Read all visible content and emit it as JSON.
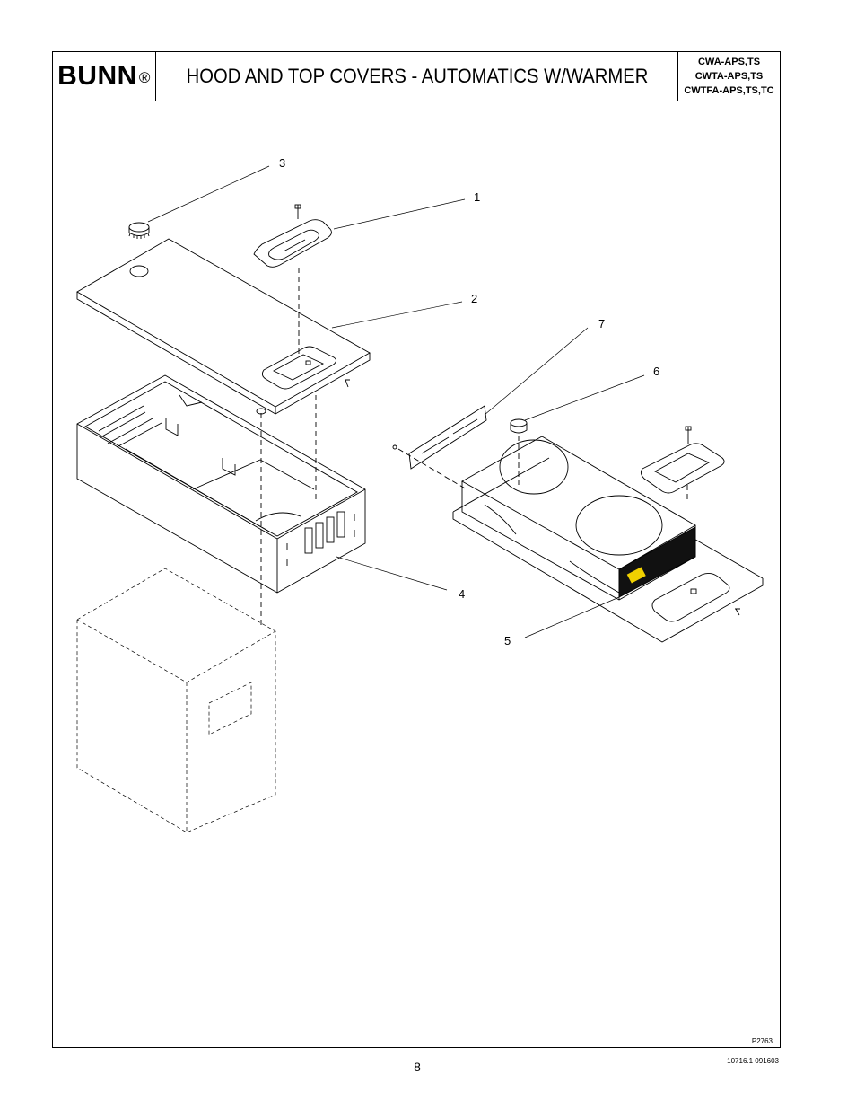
{
  "header": {
    "brand": "BUNN",
    "brand_mark": "®",
    "title": "HOOD AND TOP COVERS - AUTOMATICS W/WARMER",
    "models": [
      "CWA-APS,TS",
      "CWTA-APS,TS",
      "CWTFA-APS,TS,TC"
    ]
  },
  "callouts": [
    "1",
    "2",
    "3",
    "4",
    "5",
    "6",
    "7"
  ],
  "drawing_code": "P2763",
  "page_number": "8",
  "doc_number": "10716.1 091603"
}
